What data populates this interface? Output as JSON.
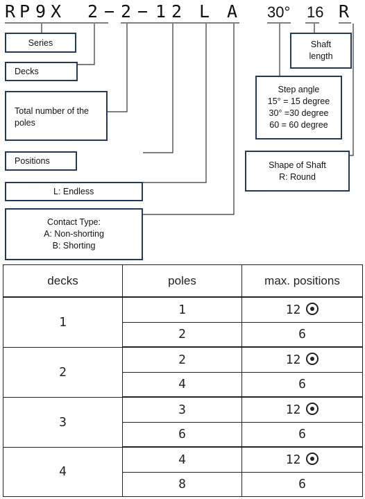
{
  "code": {
    "chars": [
      "R",
      "P",
      "9",
      "X",
      "2",
      "−",
      "2",
      "−",
      "1",
      "2",
      "L",
      "A"
    ],
    "angle": "30°",
    "shaft": "16",
    "shape": "R"
  },
  "labels": {
    "series": "Series",
    "decks": "Decks",
    "poles": [
      "Total number of the",
      "poles"
    ],
    "positions": "Positions",
    "endless": "L: Endless",
    "contact": [
      "Contact Type:",
      "A: Non-shorting",
      "B: Shorting"
    ],
    "shaft_length": [
      "Shaft",
      "length"
    ],
    "step_angle": [
      "Step angle",
      "15°   = 15 degree",
      "30°   =30 degree",
      "60 = 60 degree"
    ],
    "shape": [
      "Shape of Shaft",
      "R: Round"
    ]
  },
  "table": {
    "headers": [
      "decks",
      "poles",
      "max. positions"
    ],
    "groups": [
      {
        "decks": "1",
        "rows": [
          {
            "poles": "1",
            "max": "12",
            "marked": true
          },
          {
            "poles": "2",
            "max": "6",
            "marked": false
          }
        ]
      },
      {
        "decks": "2",
        "rows": [
          {
            "poles": "2",
            "max": "12",
            "marked": true
          },
          {
            "poles": "4",
            "max": "6",
            "marked": false
          }
        ]
      },
      {
        "decks": "3",
        "rows": [
          {
            "poles": "3",
            "max": "12",
            "marked": true
          },
          {
            "poles": "6",
            "max": "6",
            "marked": false
          }
        ]
      },
      {
        "decks": "4",
        "rows": [
          {
            "poles": "4",
            "max": "12",
            "marked": true
          },
          {
            "poles": "8",
            "max": "6",
            "marked": false
          }
        ]
      }
    ]
  },
  "colors": {
    "box_border": "#1f3a5e",
    "line": "#333333"
  }
}
